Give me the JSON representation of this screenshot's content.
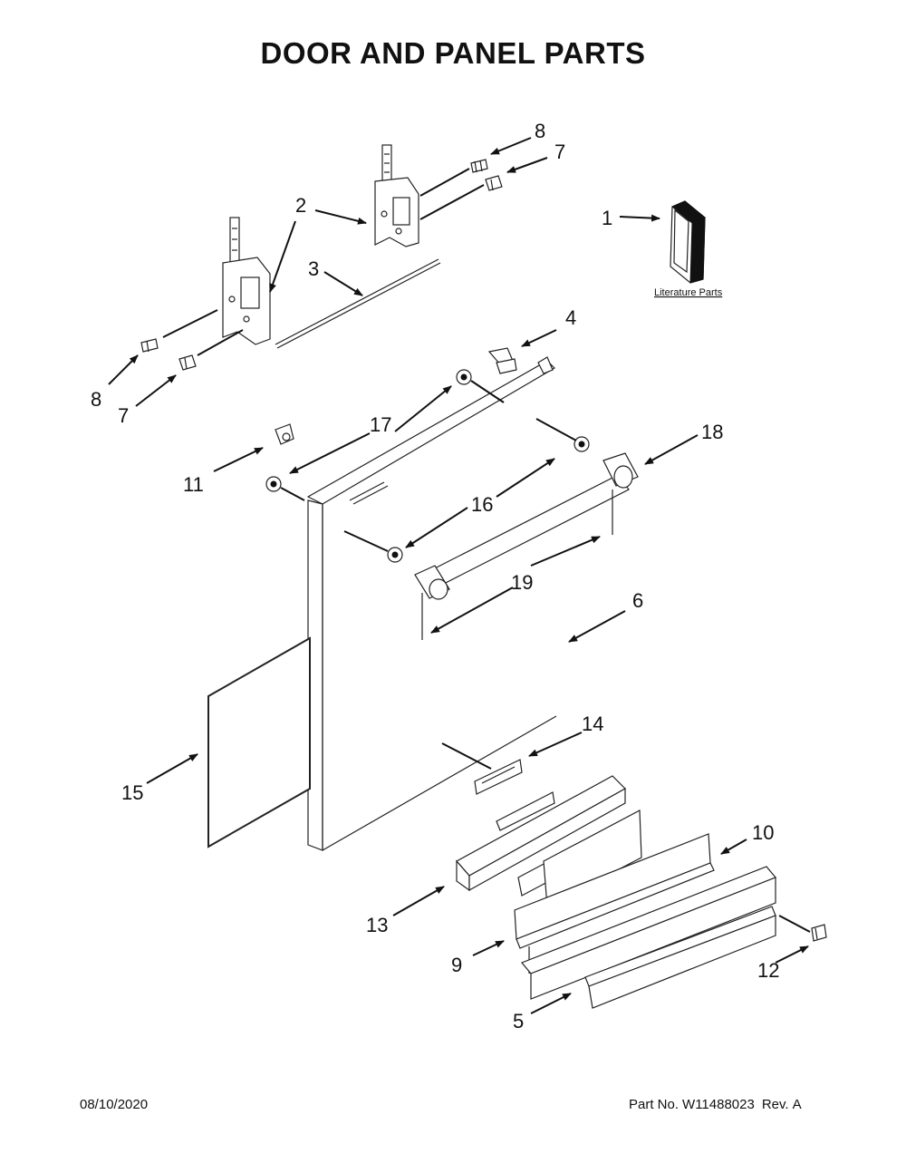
{
  "title": "DOOR AND PANEL PARTS",
  "literature_label": "Literature Parts",
  "callouts": {
    "c1": "1",
    "c2": "2",
    "c3": "3",
    "c4": "4",
    "c5": "5",
    "c6": "6",
    "c7a": "7",
    "c7b": "7",
    "c8a": "8",
    "c8b": "8",
    "c9": "9",
    "c10": "10",
    "c11": "11",
    "c12": "12",
    "c13": "13",
    "c14": "14",
    "c15": "15",
    "c16": "16",
    "c17": "17",
    "c18": "18",
    "c19": "19"
  },
  "footer": {
    "date": "08/10/2020",
    "part_no_label": "Part No.",
    "part_no": "W11488023",
    "rev_label": "Rev.",
    "rev": "A"
  }
}
